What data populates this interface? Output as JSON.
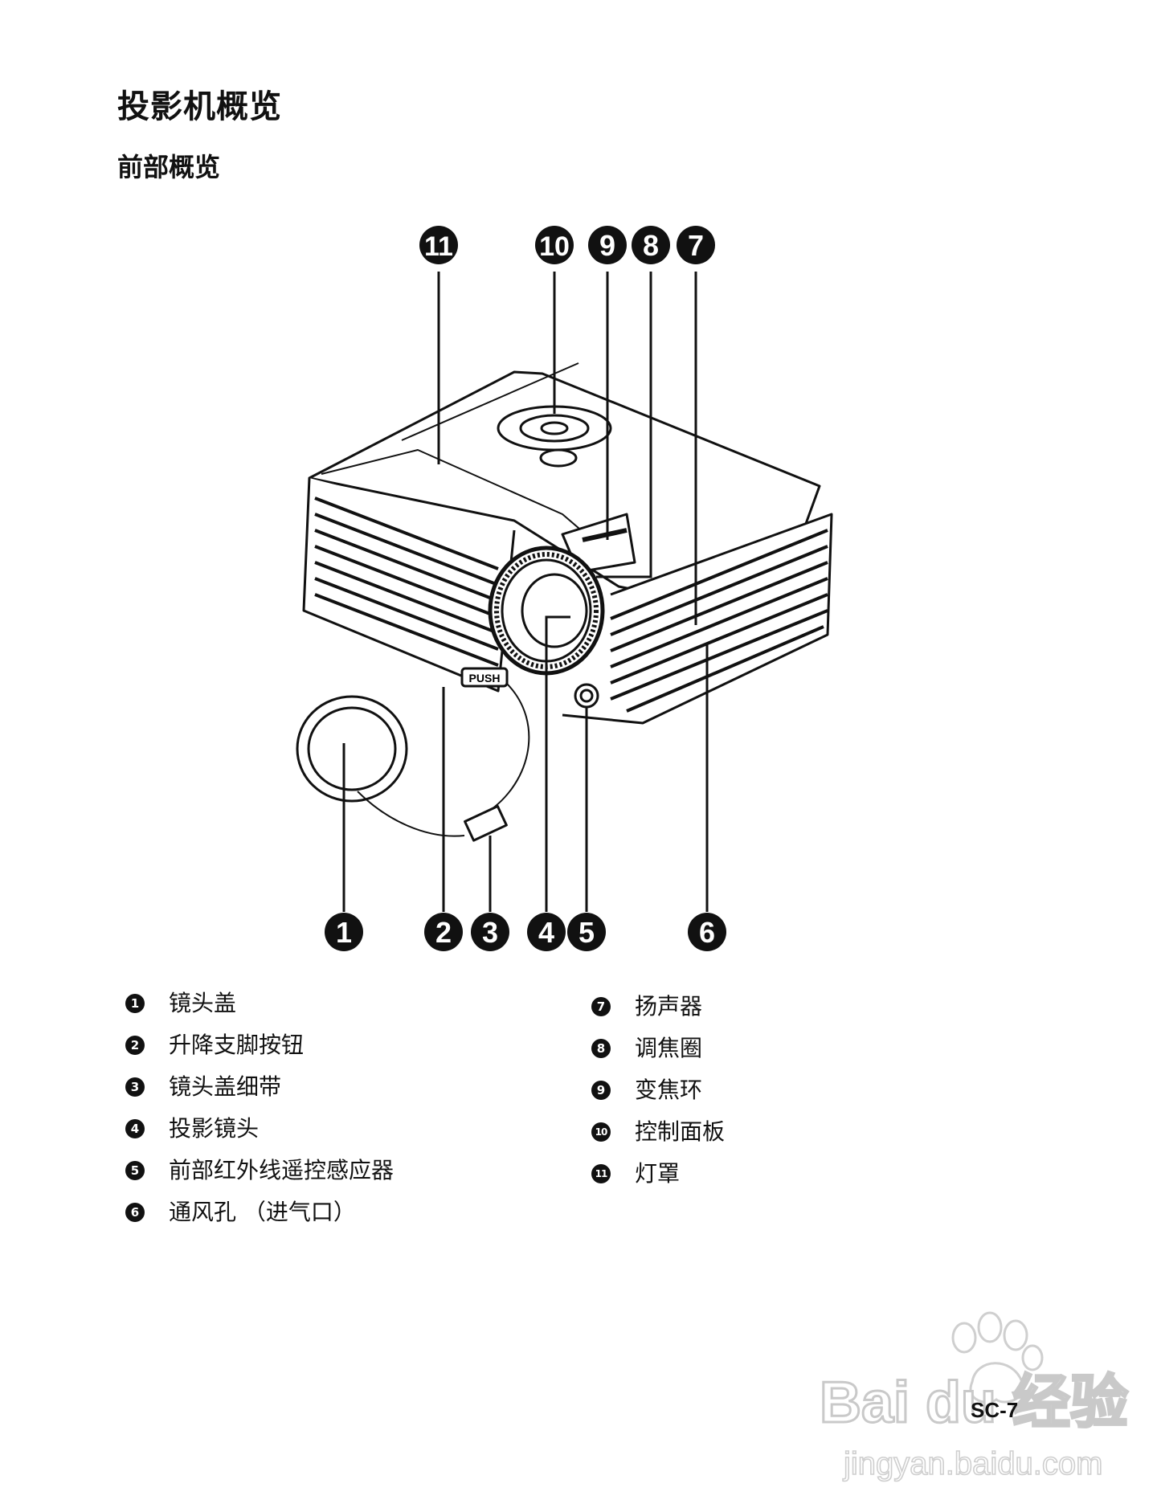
{
  "page": {
    "title": "投影机概览",
    "subtitle": "前部概览",
    "page_number": "SC-7"
  },
  "figure": {
    "callout_numbers": [
      "1",
      "2",
      "3",
      "4",
      "5",
      "6",
      "7",
      "8",
      "9",
      "10",
      "11"
    ],
    "button_label": "PUSH"
  },
  "legend": {
    "left": [
      {
        "num": "1",
        "label": "镜头盖"
      },
      {
        "num": "2",
        "label": "升降支脚按钮"
      },
      {
        "num": "3",
        "label": "镜头盖细带"
      },
      {
        "num": "4",
        "label": "投影镜头"
      },
      {
        "num": "5",
        "label": "前部红外线遥控感应器"
      },
      {
        "num": "6",
        "label": "通风孔 （进气口）"
      }
    ],
    "right": [
      {
        "num": "7",
        "label": "扬声器"
      },
      {
        "num": "8",
        "label": "调焦圈"
      },
      {
        "num": "9",
        "label": "变焦环"
      },
      {
        "num": "10",
        "label": "控制面板"
      },
      {
        "num": "11",
        "label": "灯罩"
      }
    ]
  },
  "watermark": {
    "brand": "Bai du 经验",
    "url": "jingyan.baidu.com"
  }
}
